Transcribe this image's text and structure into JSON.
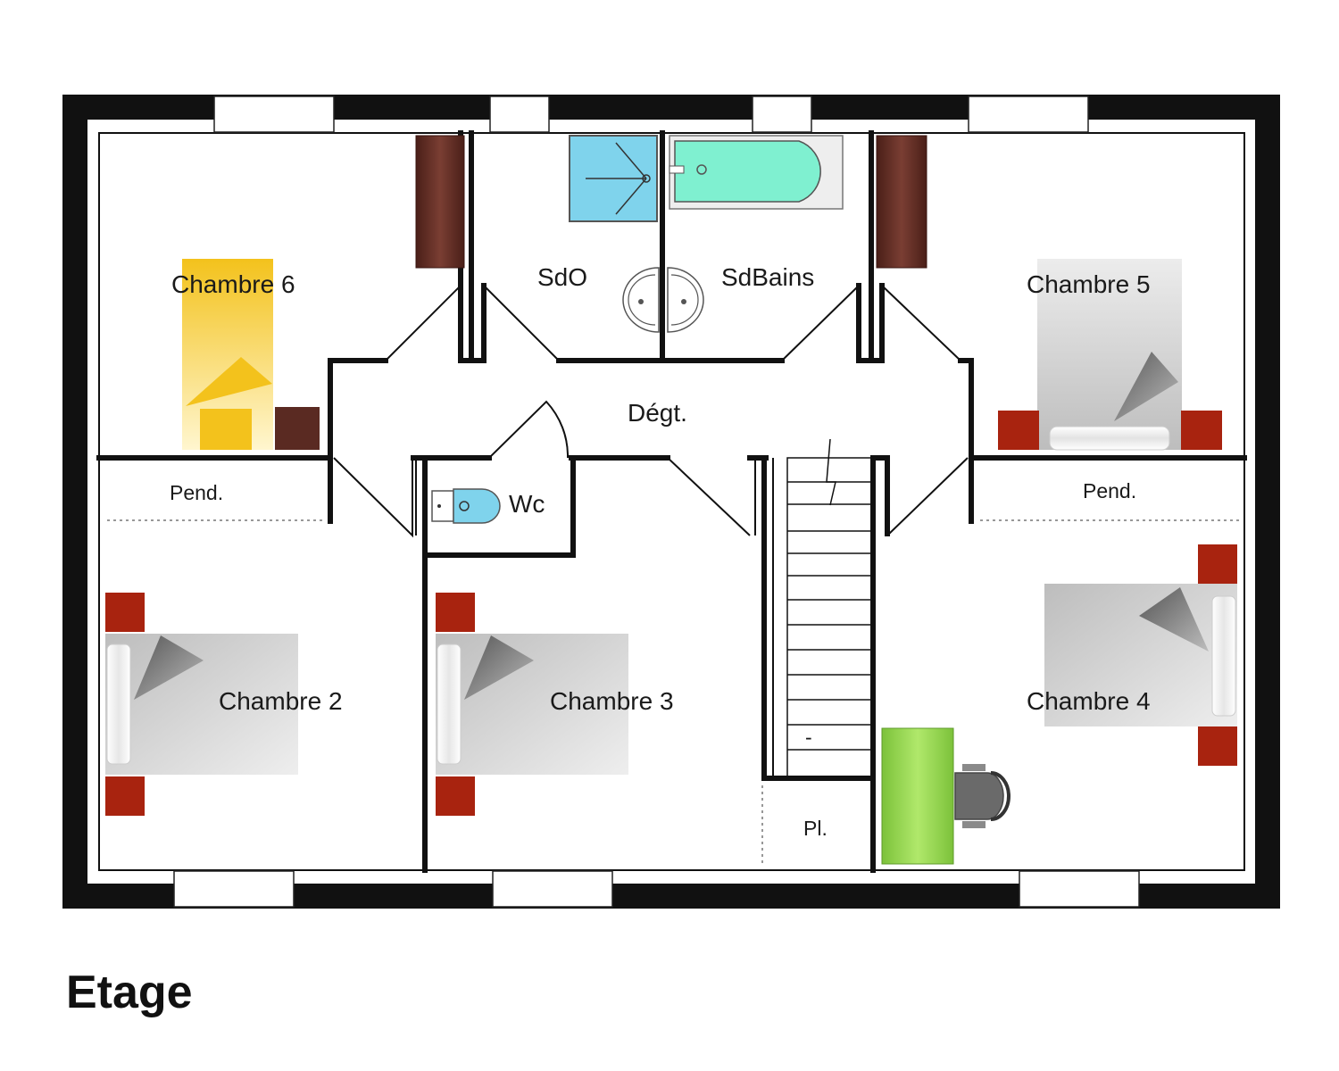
{
  "floor": {
    "title": "Etage"
  },
  "rooms": {
    "chambre6": "Chambre 6",
    "sdo": "SdO",
    "sdbains": "SdBains",
    "chambre5": "Chambre 5",
    "degt": "Dégt.",
    "wc": "Wc",
    "pend_left": "Pend.",
    "pend_right": "Pend.",
    "chambre2": "Chambre 2",
    "chambre3": "Chambre 3",
    "chambre4": "Chambre 4",
    "placard": "Pl."
  },
  "colors": {
    "wall": "#111111",
    "window": "#ffffff",
    "wardrobe": "#5a2a22",
    "nightstand": "#a8230f",
    "bed_grey": "#c8c8c8",
    "bed_yellow": "#f3c21c",
    "shower": "#7fd3ec",
    "bathtub": "#7ff0d0",
    "desk": "#8fd34a",
    "chair": "#6a6a6a"
  }
}
